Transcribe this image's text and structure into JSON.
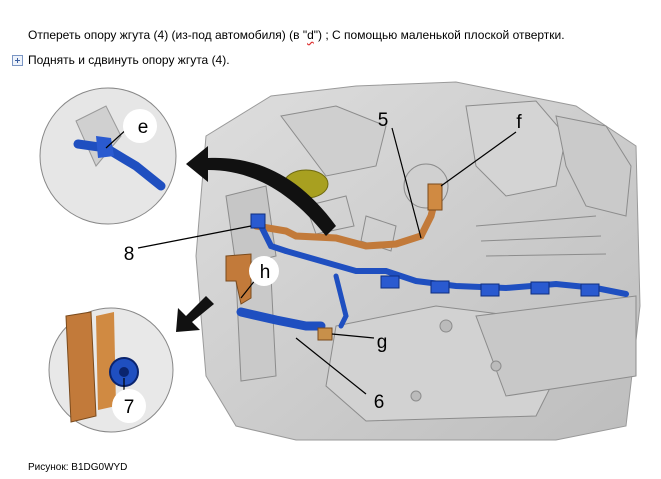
{
  "instruction": {
    "line1_pre": "Отпереть опору жгута (4) (из-под автомобиля)  (в \"",
    "line1_d": "d",
    "line1_post": "\") ; С помощью маленькой плоской отвертки.",
    "line2": "Поднять и сдвинуть опору жгута (4)."
  },
  "expand_icon": "plus-box-icon",
  "figure": {
    "callouts": {
      "c5": "5",
      "cf": "f",
      "ce": "e",
      "c8": "8",
      "ch": "h",
      "cg": "g",
      "c7": "7",
      "c6": "6"
    },
    "colors": {
      "harness_blue": "#1f4fc0",
      "support_copper": "#c27a3a",
      "connector_olive": "#a8a020"
    }
  },
  "caption": "Рисунок: B1DG0WYD"
}
